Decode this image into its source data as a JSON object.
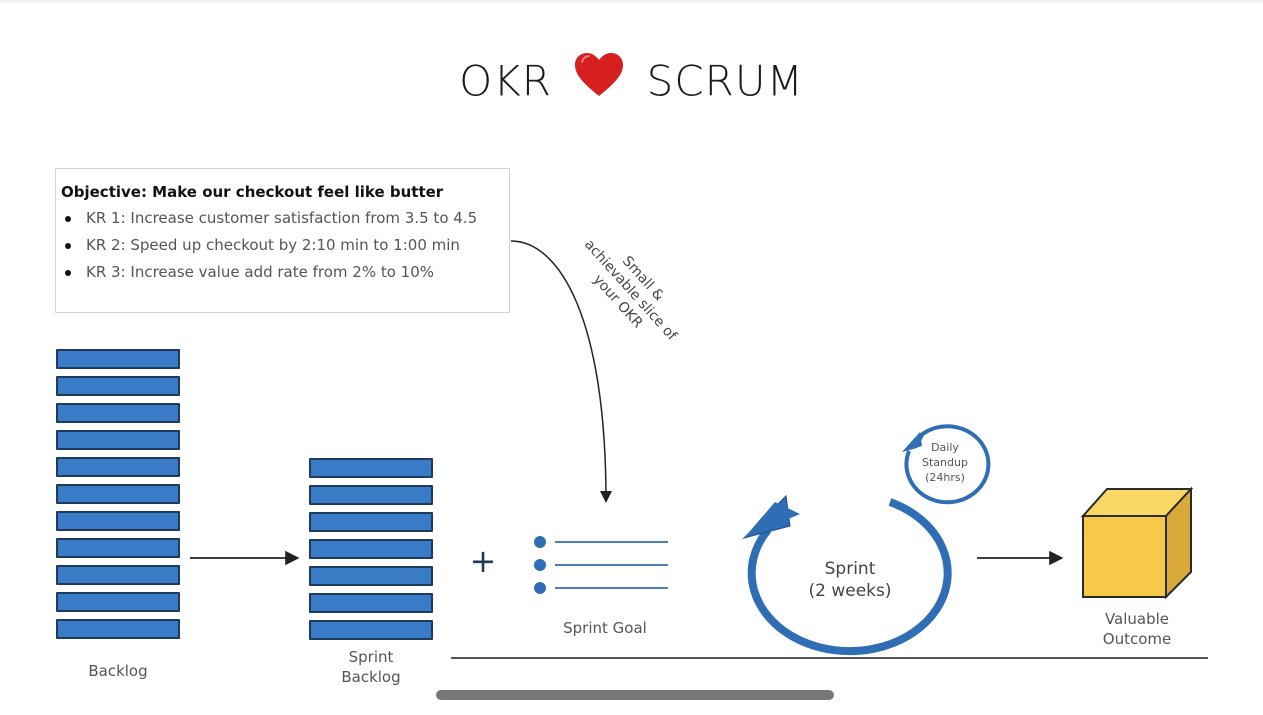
{
  "title": {
    "left": "OKR",
    "heart_icon": "red-heart-icon",
    "right": "SCRUM"
  },
  "okr": {
    "objective": "Objective: Make our checkout feel like butter",
    "key_results": [
      "KR 1: Increase customer satisfaction from 3.5 to 4.5",
      "KR 2: Speed up checkout by 2:10 min to 1:00 min",
      "KR 3: Increase value add rate from 2% to 10%"
    ]
  },
  "annotation": {
    "lines": [
      "Small &",
      "achievable slice of",
      "your OKR"
    ]
  },
  "backlog": {
    "label": "Backlog",
    "item_count": 11
  },
  "sprint_backlog": {
    "label_line1": "Sprint",
    "label_line2": "Backlog",
    "item_count": 7
  },
  "plus_symbol": "+",
  "sprint_goal": {
    "label": "Sprint Goal",
    "bullet_count": 3
  },
  "sprint": {
    "line1": "Sprint",
    "line2": "(2 weeks)"
  },
  "daily_standup": {
    "line1": "Daily",
    "line2": "Standup",
    "line3": "(24hrs)"
  },
  "outcome": {
    "line1": "Valuable",
    "line2": "Outcome"
  },
  "colors": {
    "bar_fill": "#3a7bc8",
    "bar_border": "#1f3b5c",
    "cycle_blue": "#2f6db5",
    "cube_front": "#f7c948",
    "cube_top": "#fad866",
    "cube_side": "#d9a93a",
    "heart": "#d6201f"
  }
}
